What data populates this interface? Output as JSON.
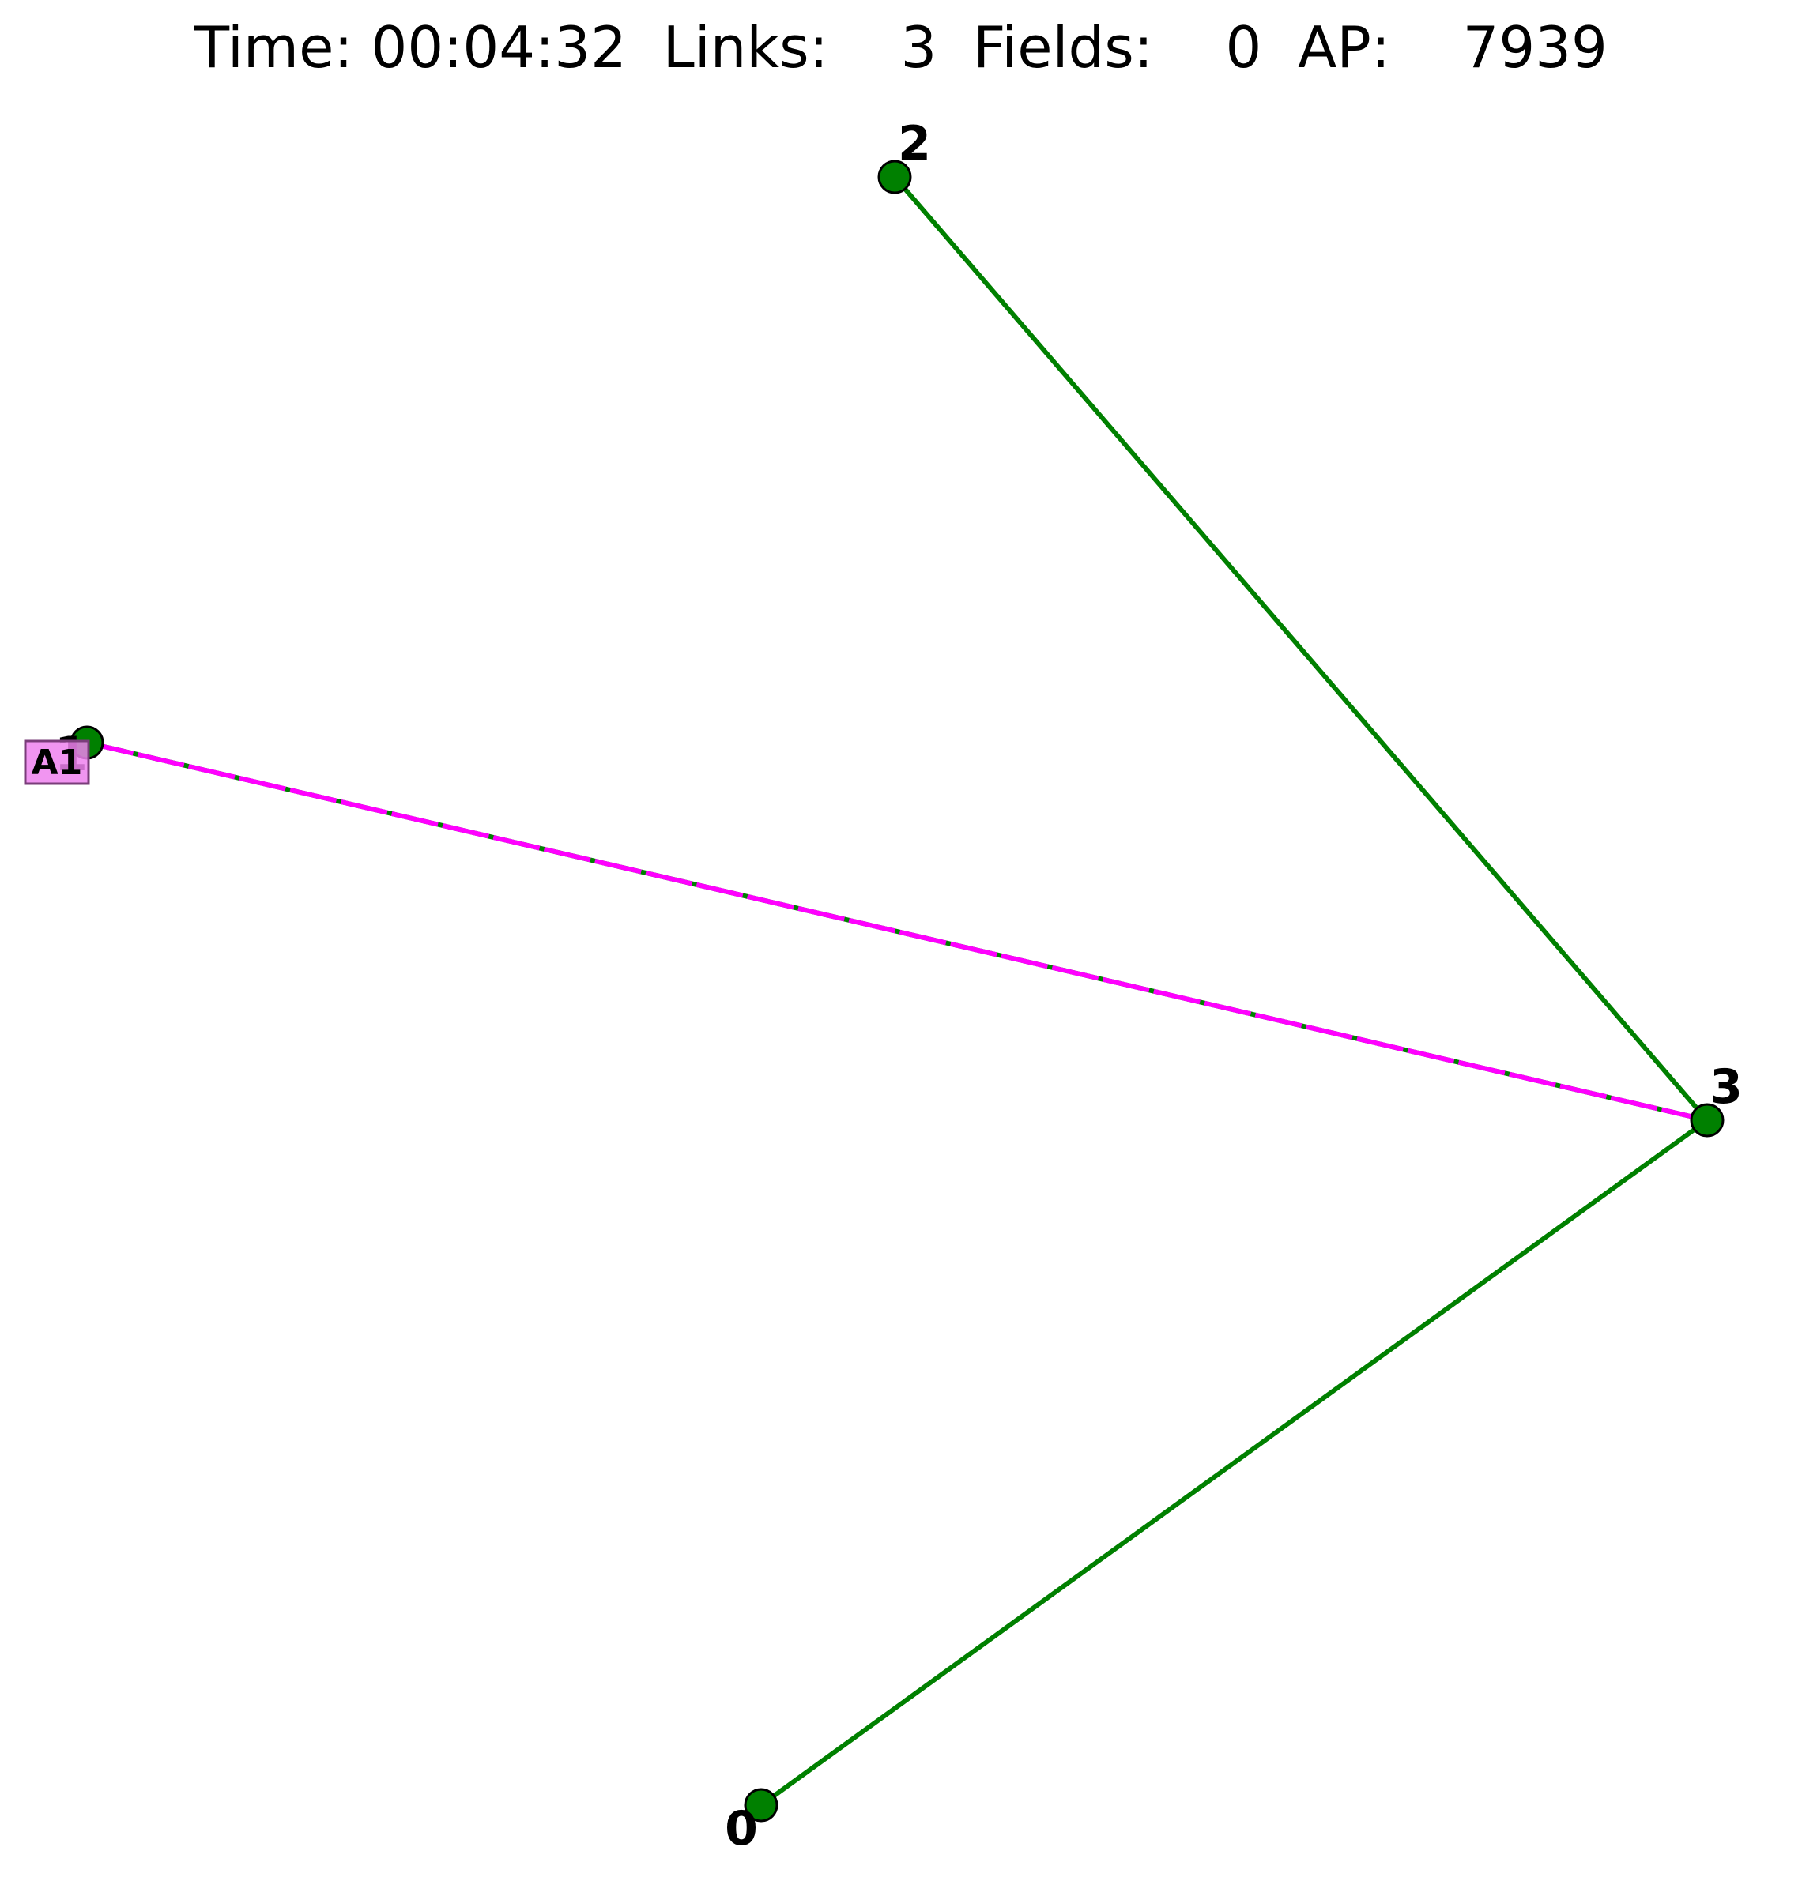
{
  "status": {
    "time_label": "Time:",
    "time_value": "00:04:32",
    "links_label": "Links:",
    "links_value": "3",
    "fields_label": "Fields:",
    "fields_value": "0",
    "ap_label": "AP:",
    "ap_value": "7939"
  },
  "colors": {
    "link": "#008000",
    "portal_fill": "#008000",
    "portal_stroke": "#000000",
    "agent_path": "#ff00ff",
    "agent_fill": "#ee82ee"
  },
  "portals": [
    {
      "id": "0",
      "label": "0"
    },
    {
      "id": "1",
      "label": "1"
    },
    {
      "id": "2",
      "label": "2"
    },
    {
      "id": "3",
      "label": "3"
    }
  ],
  "links": [
    {
      "from": "2",
      "to": "3"
    },
    {
      "from": "1",
      "to": "3"
    },
    {
      "from": "3",
      "to": "0"
    }
  ],
  "agents": [
    {
      "label": "A1",
      "at_portal": "1",
      "path_to": "3"
    }
  ]
}
